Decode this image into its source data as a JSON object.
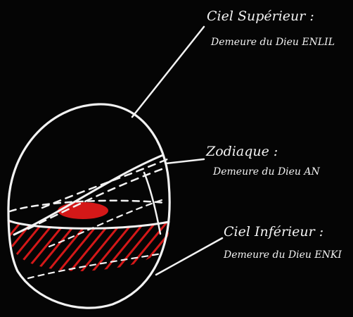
{
  "diagram": {
    "labels": {
      "upper_sky": {
        "title": "Ciel Supérieur :",
        "subtitle": "Demeure du Dieu ENLIL"
      },
      "zodiac": {
        "title": "Zodiaque :",
        "subtitle": "Demeure du Dieu AN"
      },
      "lower_sky": {
        "title": "Ciel Inférieur :",
        "subtitle": "Demeure du Dieu ENKI"
      }
    },
    "colors": {
      "background": "#050505",
      "chalk": "#f2f2f2",
      "red": "#d41818"
    }
  }
}
